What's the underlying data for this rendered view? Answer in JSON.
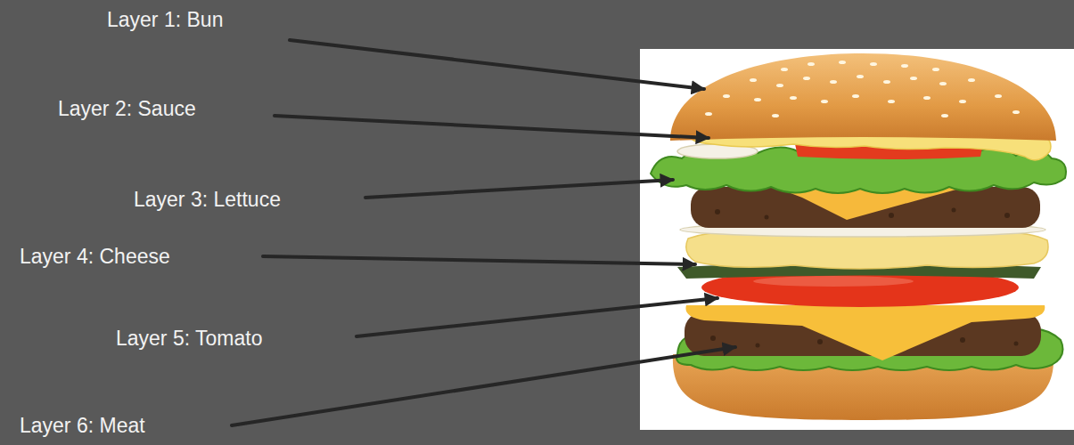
{
  "diagram": {
    "labels": [
      "Layer 1: Bun",
      "Layer 2: Sauce",
      "Layer 3: Lettuce",
      "Layer 4: Cheese",
      "Layer 5: Tomato",
      "Layer 6: Meat"
    ]
  }
}
